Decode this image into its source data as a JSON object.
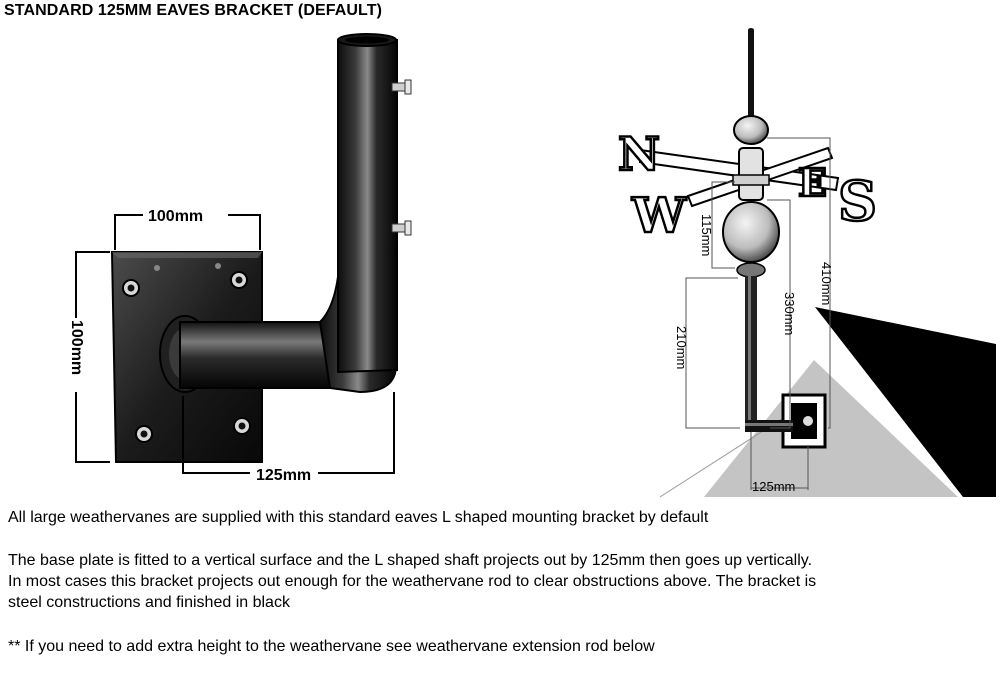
{
  "title": "STANDARD 125MM EAVES BRACKET (DEFAULT)",
  "bracket_dims": {
    "plate_width": "100mm",
    "plate_height": "100mm",
    "projection": "125mm"
  },
  "vane_dims": {
    "d115": "115mm",
    "d210": "210mm",
    "d330": "330mm",
    "d410": "410mm",
    "d125": "125mm"
  },
  "letters": {
    "n": "N",
    "e": "E",
    "s": "S",
    "w": "W"
  },
  "paragraphs": {
    "p1": "All large weathervanes are supplied with this standard eaves L shaped mounting bracket by default",
    "p2_line1": "The base plate is fitted to a vertical surface and the L shaped shaft projects out by 125mm then goes up vertically.",
    "p2_line2": "In most cases this bracket projects out enough for the weathervane rod to clear obstructions above. The bracket is",
    "p2_line3": "steel constructions and finished in black",
    "p3": "** If you need to add extra height to the weathervane see weathervane extension rod below"
  }
}
